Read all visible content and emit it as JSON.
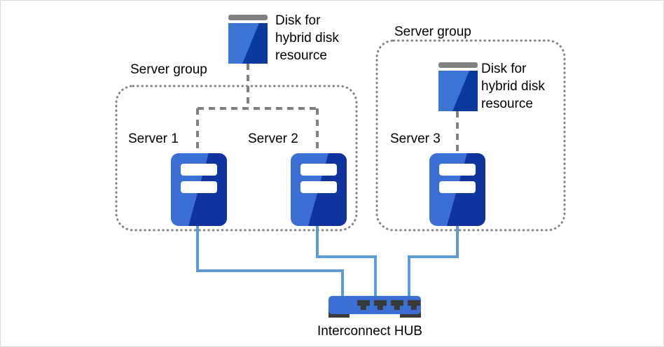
{
  "diagram": {
    "title": "Server group configuration with hybrid disk resources",
    "background_color": "#ffffff",
    "border_color": "#d9d9d9"
  },
  "colors": {
    "server_light": "#3B6FD4",
    "server_dark": "#10349E",
    "server_bar": "#ffffff",
    "disk_light": "#3B76D4",
    "disk_dark": "#0B3A9E",
    "disk_cap": "#808080",
    "hub_body": "#3B6FD4",
    "hub_port": "#3A3A3A",
    "network_line": "#5B9BD5",
    "disk_link_line": "#808080",
    "group_border": "#808080",
    "text": "#000000"
  },
  "labels": {
    "group_left": "Server group",
    "group_right": "Server group",
    "server_1": "Server 1",
    "server_2": "Server 2",
    "server_3": "Server 3",
    "disk_top": "Disk for\nhybrid disk\nresource",
    "disk_right": "Disk for\nhybrid disk\nresource",
    "hub": "Interconnect HUB"
  },
  "groups": [
    {
      "name": "server-group-left",
      "label": "Server group",
      "members": [
        "Server 1",
        "Server 2"
      ],
      "shared_disk": "Disk for hybrid disk resource",
      "disk_inside_group": false
    },
    {
      "name": "server-group-right",
      "label": "Server group",
      "members": [
        "Server 3"
      ],
      "shared_disk": "Disk for hybrid disk resource",
      "disk_inside_group": true
    }
  ],
  "nodes": {
    "servers": [
      {
        "id": "server-1",
        "label": "Server 1",
        "group": "server-group-left"
      },
      {
        "id": "server-2",
        "label": "Server 2",
        "group": "server-group-left"
      },
      {
        "id": "server-3",
        "label": "Server 3",
        "group": "server-group-right"
      }
    ],
    "disks": [
      {
        "id": "disk-top",
        "label": "Disk for hybrid disk resource",
        "connects_to": [
          "server-1",
          "server-2"
        ]
      },
      {
        "id": "disk-right",
        "label": "Disk for hybrid disk resource",
        "connects_to": [
          "server-3"
        ]
      }
    ],
    "hub": {
      "id": "interconnect-hub",
      "label": "Interconnect HUB",
      "ports": 4,
      "connects_to": [
        "server-1",
        "server-2",
        "server-3"
      ]
    }
  },
  "icons": {
    "server": "server-icon",
    "disk": "disk-icon",
    "hub": "network-hub-icon"
  }
}
